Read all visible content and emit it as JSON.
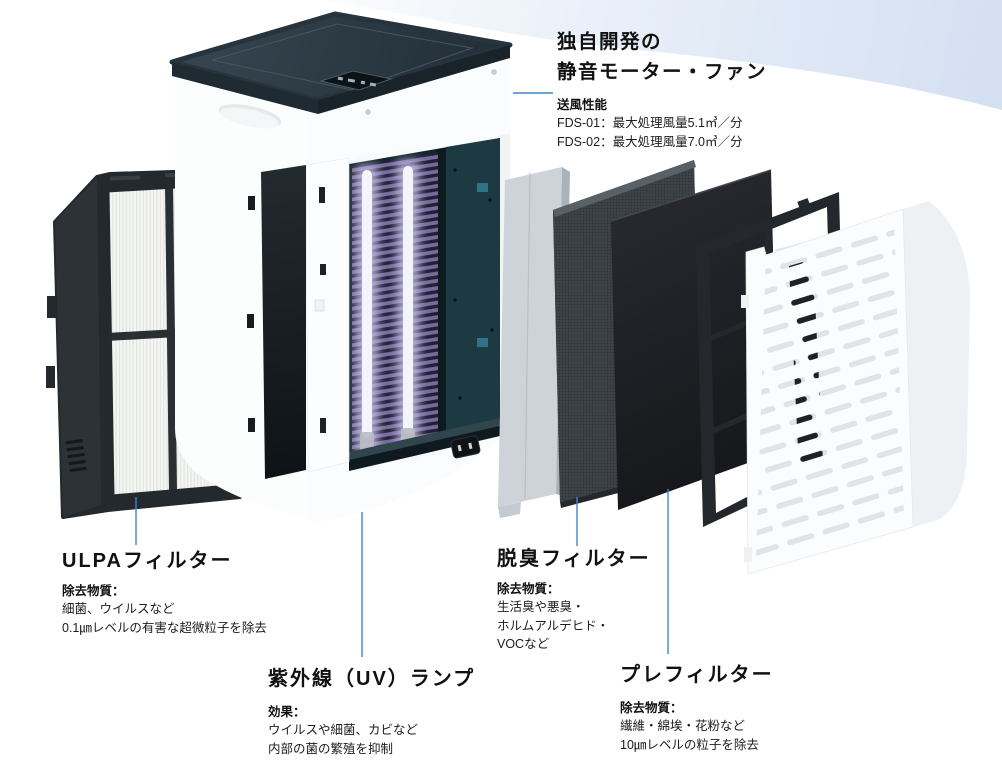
{
  "colors": {
    "accent_curve": "#d3dff2",
    "leader_line": "#4286c8",
    "unit_top_dark": "#2a3942",
    "uv_glow": "#b3abdd",
    "filter_black": "#24292d"
  },
  "labels": {
    "motor": {
      "title1": "独自開発の",
      "title2": "静音モーター・ファン",
      "spec_header": "送風性能",
      "spec1": "FDS-01：最大処理風量5.1㎥／分",
      "spec2": "FDS-02：最大処理風量7.0㎥／分"
    },
    "ulpa": {
      "title": "ULPAフィルター",
      "header": "除去物質：",
      "line1": "細菌、ウイルスなど",
      "line2": "0.1㎛レベルの有害な超微粒子を除去"
    },
    "uv": {
      "title": "紫外線（UV）ランプ",
      "header": "効果：",
      "line1": "ウイルスや細菌、カビなど",
      "line2": "内部の菌の繁殖を抑制"
    },
    "deodorizing": {
      "title": "脱臭フィルター",
      "header": "除去物質：",
      "line1": "生活臭や悪臭・",
      "line2": "ホルムアルデヒド・",
      "line3": "VOCなど"
    },
    "prefilter": {
      "title": "プレフィルター",
      "header": "除去物質：",
      "line1": "繊維・綿埃・花粉など",
      "line2": "10㎛レベルの粒子を除去"
    }
  }
}
